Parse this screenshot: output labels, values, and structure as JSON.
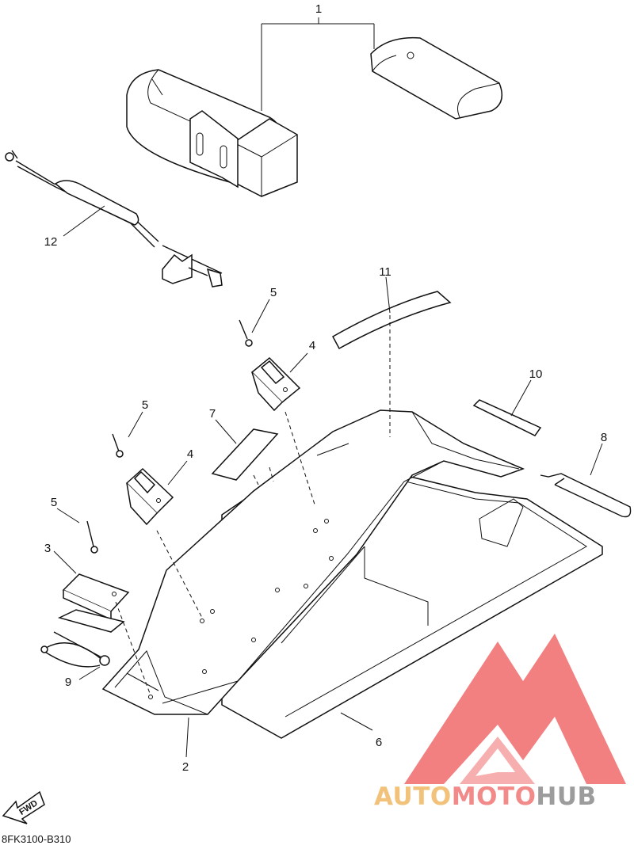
{
  "diagram": {
    "callouts": {
      "c1": "1",
      "c2": "2",
      "c3": "3",
      "c4a": "4",
      "c4b": "4",
      "c5a": "5",
      "c5b": "5",
      "c5c": "5",
      "c6": "6",
      "c7": "7",
      "c8": "8",
      "c9": "9",
      "c10": "10",
      "c11": "11",
      "c12": "12"
    },
    "diagram_code": "8FK3100-B310",
    "fwd_label": "FWD"
  },
  "watermark": {
    "part1": "AUTO",
    "part2": "MOTO",
    "part3": "HUB",
    "colors": {
      "part1": "#f2c27a",
      "part2": "#f28a8a",
      "part3": "#9c9c9c",
      "logo": "#f06a6a"
    }
  }
}
